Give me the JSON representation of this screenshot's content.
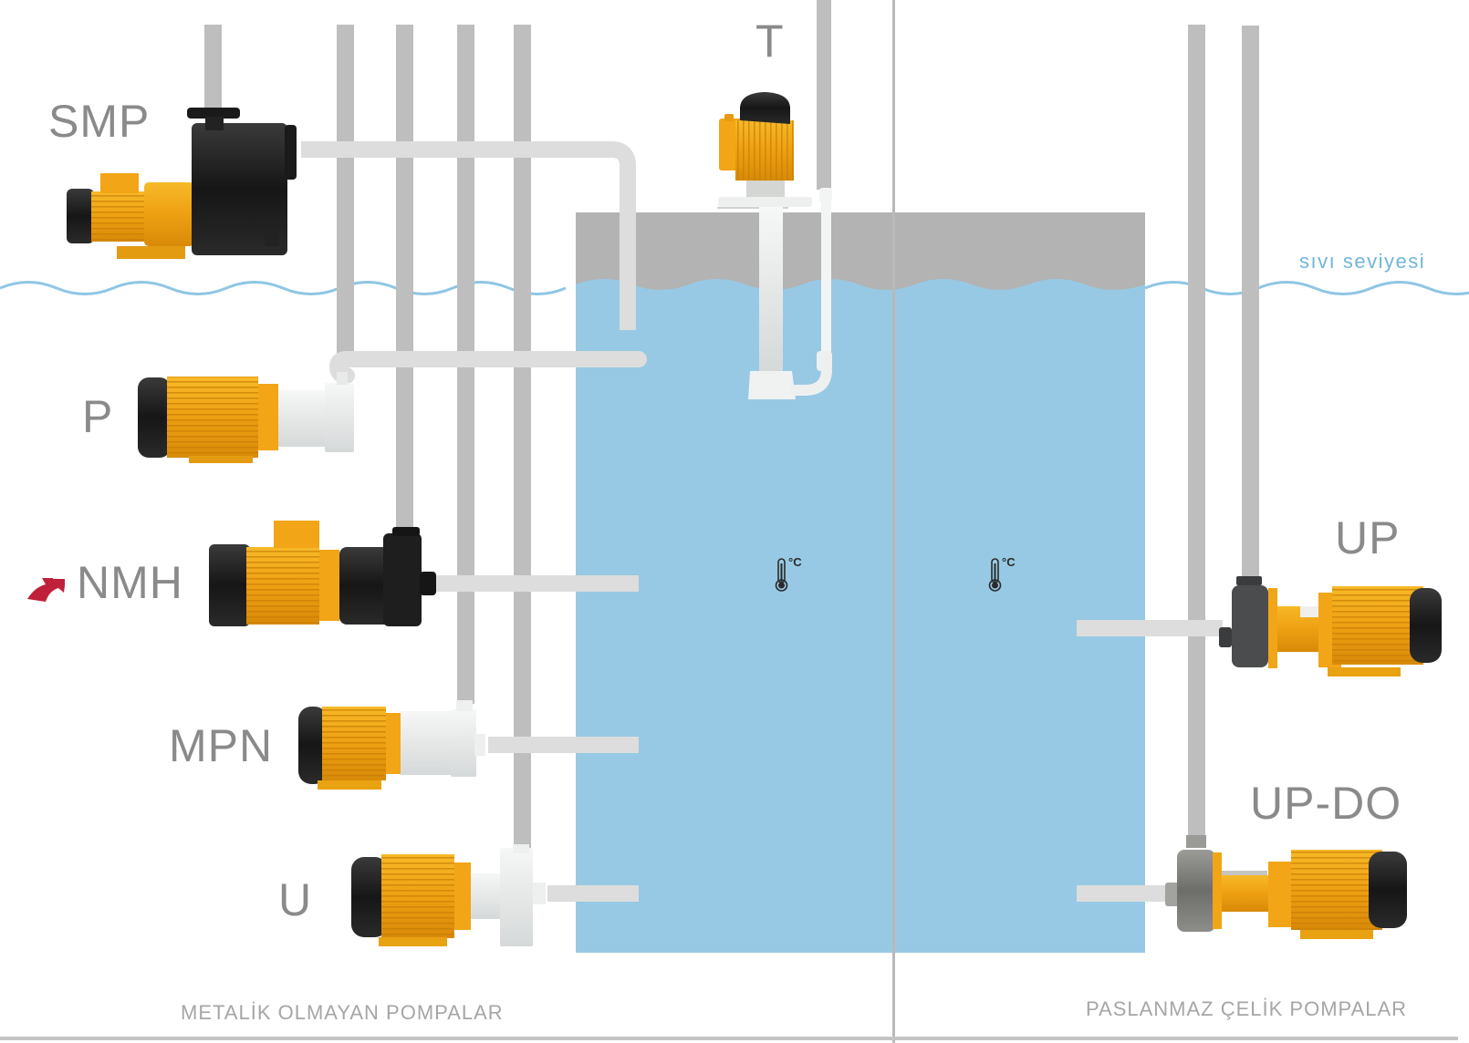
{
  "diagram": {
    "liquid_level_label": "sıvı seviyesi",
    "sections": {
      "left": "METALİK OLMAYAN POMPALAR",
      "right": "PASLANMAZ ÇELİK POMPALAR"
    },
    "pumps": [
      {
        "id": "smp",
        "label": "SMP",
        "group": "left"
      },
      {
        "id": "t",
        "label": "T",
        "group": "vertical"
      },
      {
        "id": "p",
        "label": "P",
        "group": "left"
      },
      {
        "id": "nmh",
        "label": "NMH",
        "group": "left",
        "highlight": true
      },
      {
        "id": "mpn",
        "label": "MPN",
        "group": "left"
      },
      {
        "id": "u",
        "label": "U",
        "group": "left"
      },
      {
        "id": "up",
        "label": "UP",
        "group": "right"
      },
      {
        "id": "up-do",
        "label": "UP-DO",
        "group": "right"
      }
    ],
    "temperature_icons": [
      {
        "id": "left-tank",
        "unit": "°C"
      },
      {
        "id": "right-tank",
        "unit": "°C"
      }
    ],
    "colors": {
      "liquid": "#97c9e4",
      "tank_top": "#b2b3b2",
      "pipe_vertical": "#bdbebd",
      "pipe_horizontal": "#dcdddc",
      "wave_line": "#8fc6e4",
      "label": "#8a8a8a",
      "motor_orange": "#f2a517",
      "motor_black": "#1c1c1c",
      "plastic_white": "#eef0f0",
      "highlight_arrow": "#c0213a"
    }
  }
}
